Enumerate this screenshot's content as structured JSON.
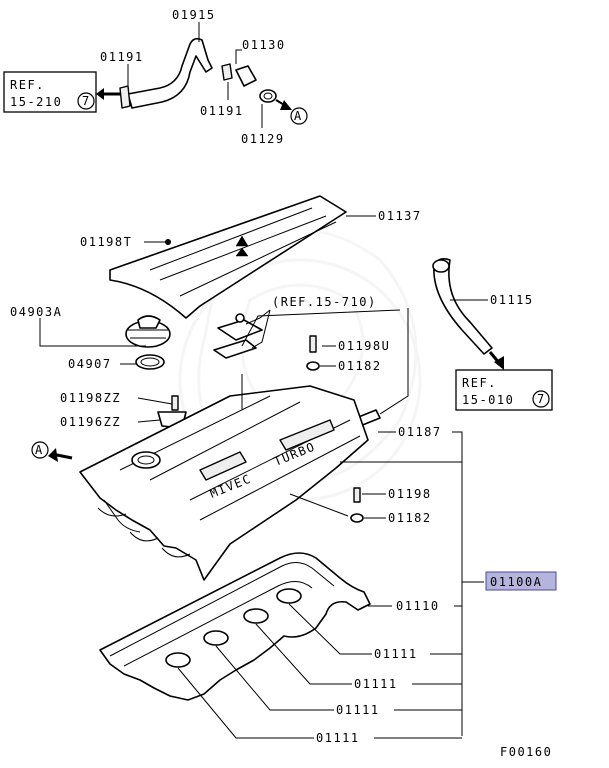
{
  "diagram_code": "F00160",
  "labels": {
    "p01915": "01915",
    "p01191_a": "01191",
    "p01130": "01130",
    "p01191_b": "01191",
    "p01129": "01129",
    "p01137": "01137",
    "p01198T": "01198T",
    "p04903A": "04903A",
    "p04907": "04907",
    "p01198ZZ": "01198ZZ",
    "p01196ZZ": "01196ZZ",
    "p01198U": "01198U",
    "p01182_a": "01182",
    "p01115": "01115",
    "p01187": "01187",
    "p01198": "01198",
    "p01182_b": "01182",
    "p01100A": "01100A",
    "p01110": "01110",
    "p01111_a": "01111",
    "p01111_b": "01111",
    "p01111_c": "01111",
    "p01111_d": "01111"
  },
  "refs": {
    "ref_top_line1": "REF.",
    "ref_top_line2": "15-210",
    "ref_top_num": "7",
    "ref_mid": "(REF.15-710)",
    "ref_right_line1": "REF.",
    "ref_right_line2": "15-010",
    "ref_right_num": "7",
    "callout_a": "A",
    "callout_a2": "A"
  },
  "cover_text": {
    "left": "MIVEC",
    "right": "TURBO"
  },
  "colors": {
    "highlight": "#b4b4dc",
    "highlight_border": "#4a4aa0",
    "line": "#000000"
  }
}
